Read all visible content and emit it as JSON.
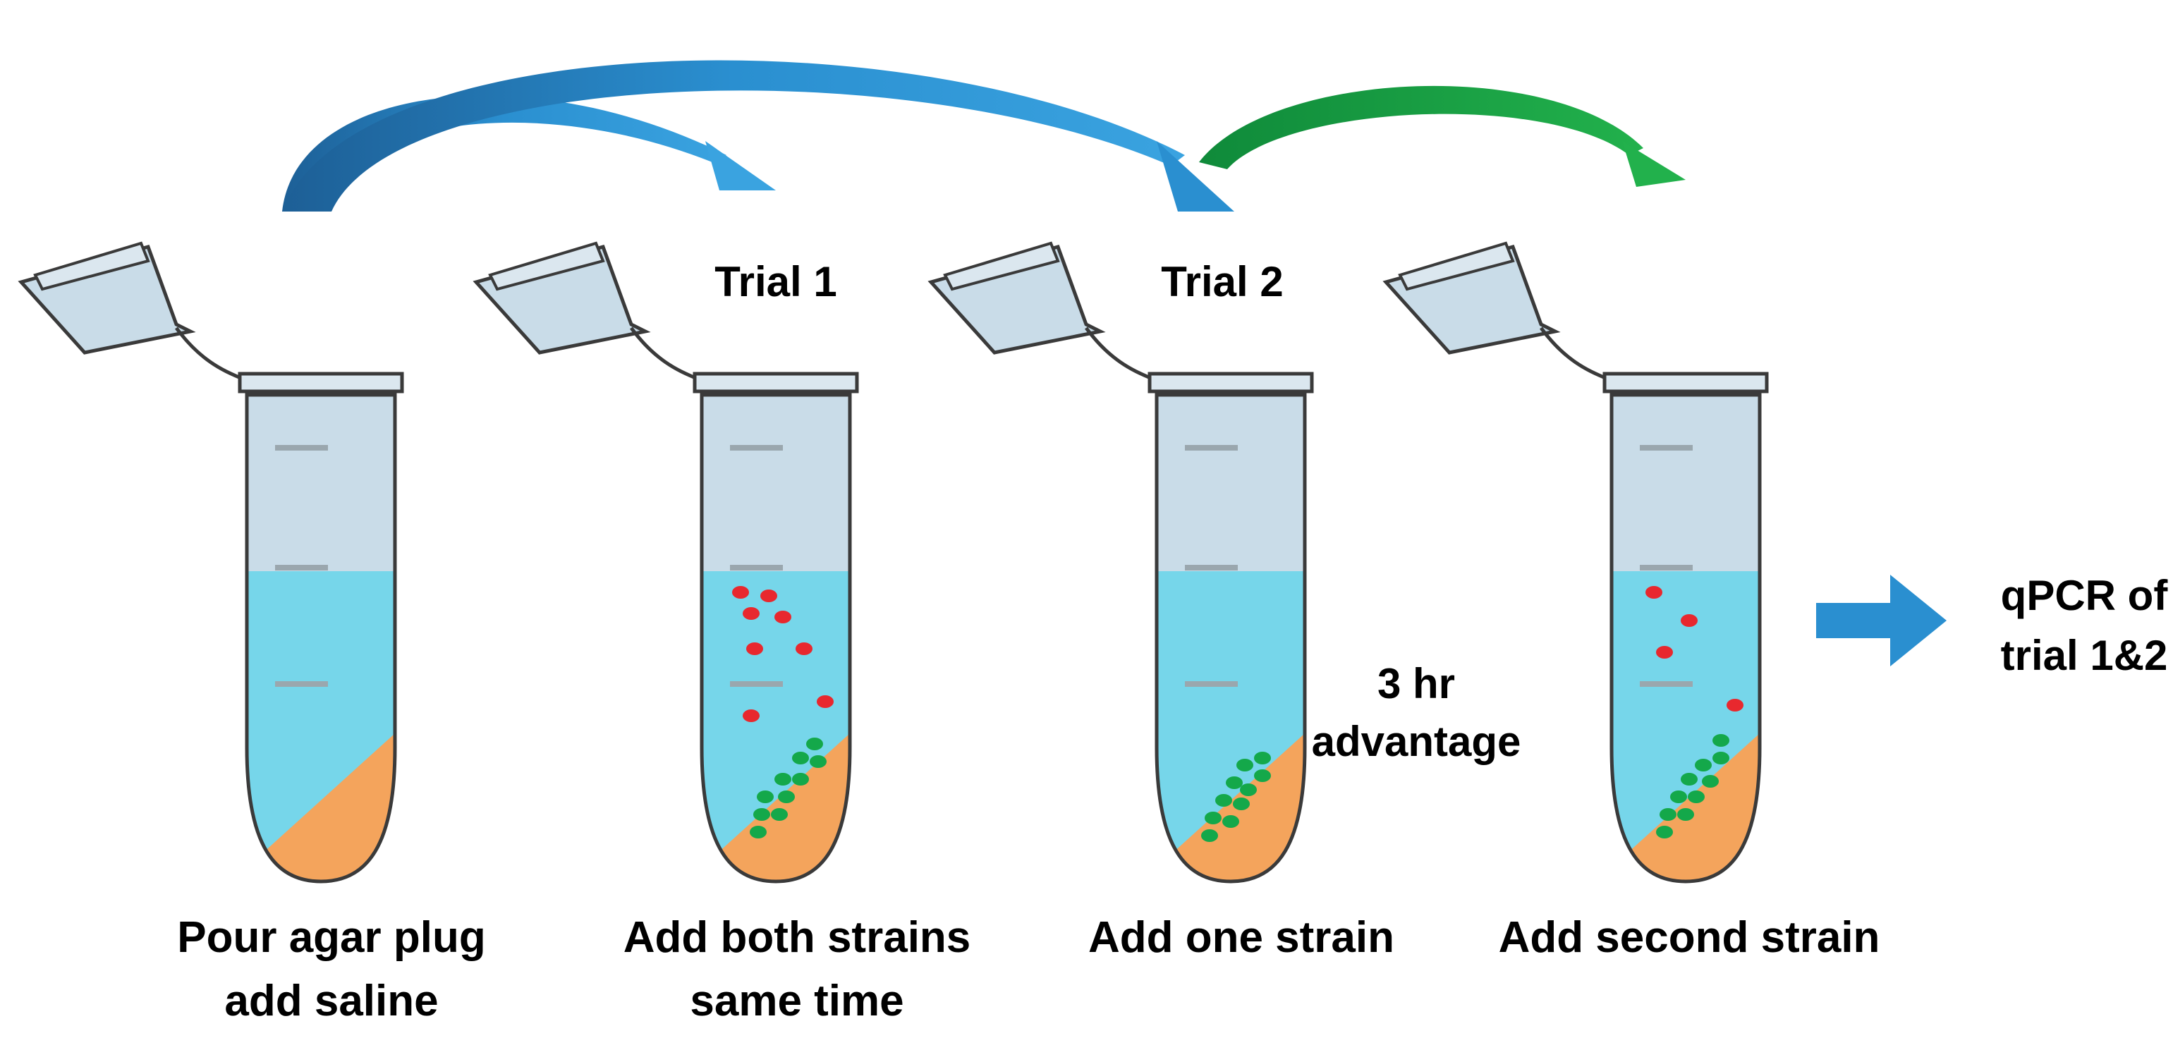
{
  "labels": {
    "trial1": "Trial 1",
    "trial2": "Trial 2",
    "advantage_line1": "3 hr",
    "advantage_line2": "advantage",
    "qpcr_line1": "qPCR of",
    "qpcr_line2": "trial 1&2",
    "tube1_line1": "Pour agar plug",
    "tube1_line2": "add saline",
    "tube2_line1": "Add both strains",
    "tube2_line2": "same time",
    "tube3": "Add one strain",
    "tube4": "Add second strain"
  },
  "colors": {
    "tube_body": "#c9dce8",
    "tube_outline": "#3a3a3a",
    "saline": "#76d6ea",
    "agar": "#f4a45c",
    "graduation": "#9aa7ae",
    "arrow_blue": "#2a8fd0",
    "arrow_blue_dark": "#1f6fa8",
    "arrow_green": "#1aa045",
    "strain_red": "#e8282e",
    "strain_green": "#14a84a"
  },
  "icons": {
    "tube": "microcentrifuge-tube-icon",
    "arrow": "curved-arrow-icon",
    "next": "right-arrow-icon"
  }
}
